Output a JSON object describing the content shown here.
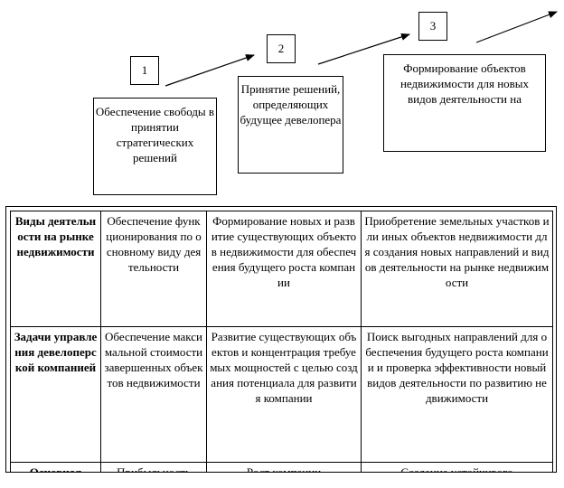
{
  "stages": [
    {
      "number": "1",
      "text": "Обеспечение свободы в принятии стратегических решений"
    },
    {
      "number": "2",
      "text": "Принятие решений, определяющих будущее девелопера"
    },
    {
      "number": "3",
      "text": "Формирование объектов недвижимости для новых видов деятельности на"
    }
  ],
  "table": {
    "rows": [
      {
        "header": "Виды деятельности на рынке недвижимости",
        "cells": [
          "Обеспечение функционирования по основному виду деятельности",
          "Формирование новых и развитие существующих объектов недвижимости для обеспечения будущего роста компании",
          "Приобретение земельных участков или иных объектов недвижимости для создания новых направлений и видов деятельности на рынке недвижимости"
        ]
      },
      {
        "header": "Задачи управления девелоперской компанией",
        "cells": [
          "Обеспечение максимальной стоимости завершенных объектов недвижимости",
          "Развитие существующих объектов и концентрация требуемых мощностей с целью создания потенциала для развития компании",
          "Поиск выгодных направлений для обеспечения будущего роста компании и проверка эффективности новый видов деятельности по развитию недвижимости"
        ]
      },
      {
        "header": "Основная",
        "cells": [
          "Прибыльность",
          "Рост компании",
          "Создание устойчивого"
        ]
      }
    ]
  }
}
